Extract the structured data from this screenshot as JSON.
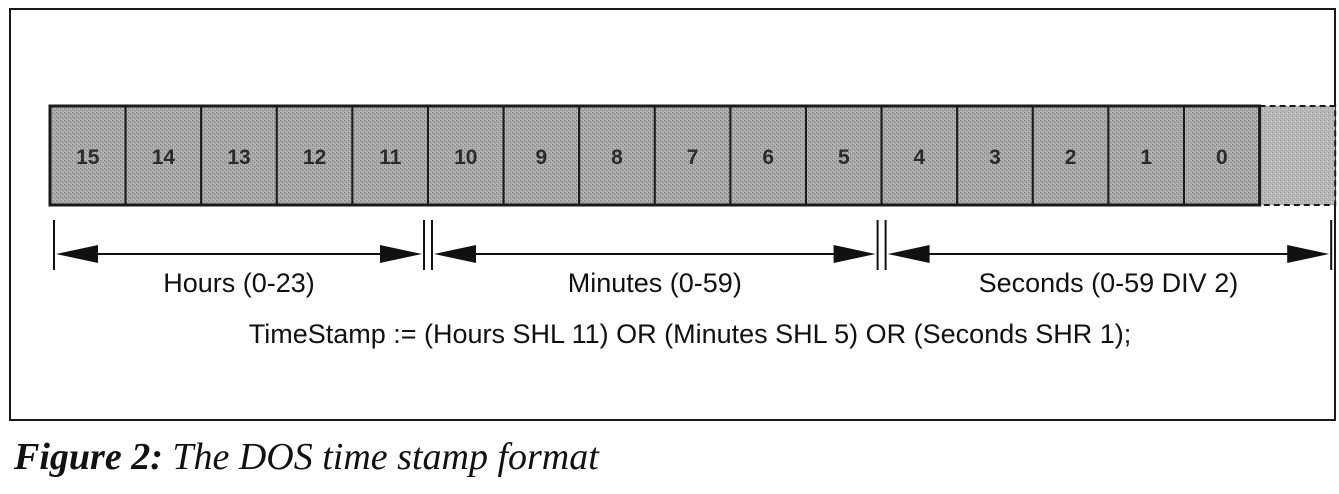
{
  "bits": [
    "15",
    "14",
    "13",
    "12",
    "11",
    "10",
    "9",
    "8",
    "7",
    "6",
    "5",
    "4",
    "3",
    "2",
    "1",
    "0",
    ""
  ],
  "fields": [
    {
      "label": "Hours (0-23)",
      "from": 0,
      "to": 5
    },
    {
      "label": "Minutes (0-59)",
      "from": 5,
      "to": 11
    },
    {
      "label": "Seconds (0-59 DIV 2)",
      "from": 11,
      "to": 17
    }
  ],
  "formula": "TimeStamp := (Hours SHL 11) OR (Minutes SHL 5) OR (Seconds SHR 1);",
  "caption": {
    "label": "Figure 2:",
    "text": " The DOS time stamp format"
  },
  "colors": {
    "cell_fill": "#a7a7a7",
    "border": "#1a1a1a",
    "ink": "#111111"
  }
}
